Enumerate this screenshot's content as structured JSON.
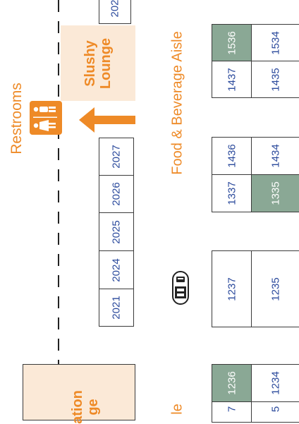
{
  "labels": {
    "restrooms": "Restrooms",
    "food_aisle": "Food & Beverage Aisle",
    "aisle_partial": "le",
    "slushy_lounge_line1": "Slushy",
    "slushy_lounge_line2": "Lounge",
    "left_lounge_line1": "ation",
    "left_lounge_line2": "ge"
  },
  "icons": {
    "restroom": "restroom-icon",
    "arrow": "arrow-left-icon",
    "accessibility": "wheelchair-icon"
  },
  "booths": {
    "top_partial": "202",
    "row_2021_2027": [
      "2021",
      "2024",
      "2025",
      "2026",
      "2027"
    ],
    "b1437": "1437",
    "b1536": "1536",
    "b1435": "1435",
    "b1534": "1534",
    "b1337": "1337",
    "b1436": "1436",
    "b1335": "1335",
    "b1434": "1434",
    "b1237": "1237",
    "b1235": "1235",
    "b1236": "1236",
    "b1234": "1234",
    "partial_7": "7",
    "partial_5": "5"
  },
  "colors": {
    "accent": "#ee8a27",
    "lounge": "#fbe9d7",
    "highlight_booth": "#8aa895",
    "booth_text": "#2b4a9c"
  }
}
